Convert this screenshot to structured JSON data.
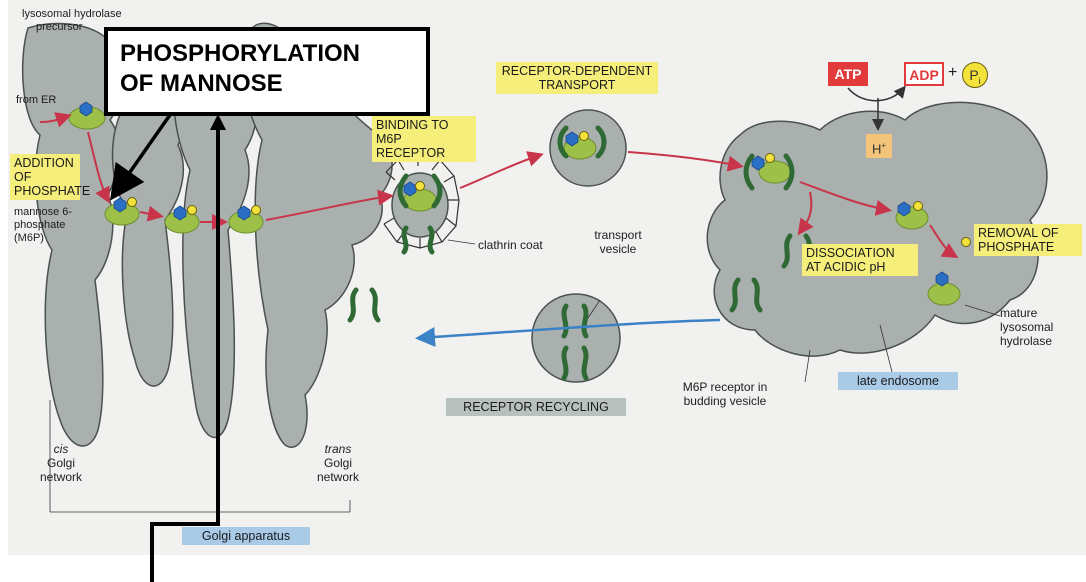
{
  "callout": {
    "line1": "PHOSPHORYLATION",
    "line2": "OF MANNOSE"
  },
  "labels": {
    "lysosomal_hydrolase_precursor_1": "lysosomal hydrolase",
    "lysosomal_hydrolase_precursor_2": "precursor",
    "from_er": "from ER",
    "addition_of_phosphate_1": "ADDITION OF",
    "addition_of_phosphate_2": "PHOSPHATE",
    "m6p_1": "mannose 6-",
    "m6p_2": "phosphate",
    "m6p_3": "(M6P)",
    "binding_1": "BINDING TO",
    "binding_2": "M6P RECEPTOR",
    "receptor_dependent_1": "RECEPTOR-DEPENDENT",
    "receptor_dependent_2": "TRANSPORT",
    "atp": "ATP",
    "adp": "ADP",
    "plus": "+",
    "pi": "P",
    "pi_sub": "i",
    "h_plus": "H",
    "h_plus_sup": "+",
    "clathrin_coat": "clathrin coat",
    "transport_vesicle_1": "transport",
    "transport_vesicle_2": "vesicle",
    "dissociation_1": "DISSOCIATION",
    "dissociation_2": "AT ACIDIC pH",
    "removal_1": "REMOVAL OF",
    "removal_2": "PHOSPHATE",
    "mature_1": "mature",
    "mature_2": "lysosomal",
    "mature_3": "hydrolase",
    "late_endosome": "late endosome",
    "m6p_receptor_budding_1": "M6P receptor in",
    "m6p_receptor_budding_2": "budding vesicle",
    "receptor_recycling": "RECEPTOR RECYCLING",
    "cis_1": "cis",
    "cis_2": "Golgi",
    "cis_3": "network",
    "trans_1": "trans",
    "trans_2": "Golgi",
    "trans_3": "network",
    "golgi_apparatus": "Golgi apparatus"
  },
  "colors": {
    "membrane_fill": "#a9b0ae",
    "membrane_stroke": "#4a5150",
    "enzyme": "#9cc048",
    "receptor": "#2f6a35",
    "mannose": "#2a6fc4",
    "phosphate": "#f3e23a",
    "arrow_red": "#c8344a",
    "arrow_blue": "#3b82c6",
    "atp_red": "#e13b3b",
    "yellow_label": "#f5ee7a",
    "blue_label": "#a9cbe8"
  }
}
